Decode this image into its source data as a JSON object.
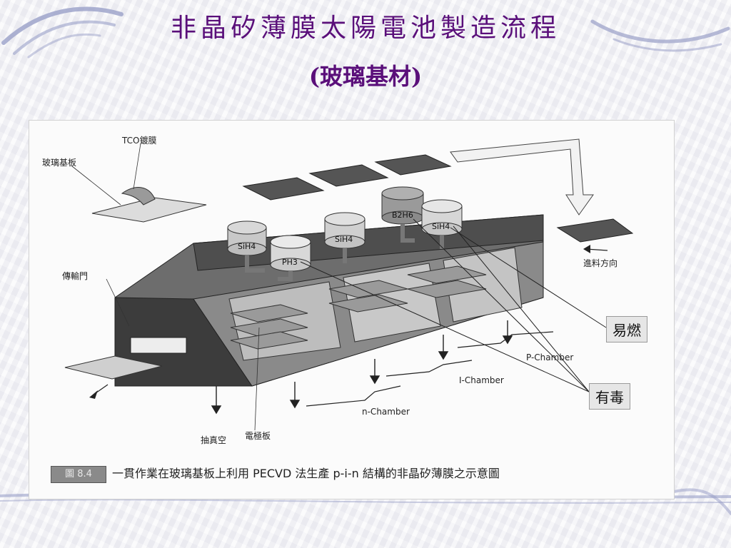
{
  "slide": {
    "title": "非晶矽薄膜太陽電池製造流程",
    "subtitle": "(玻璃基材)"
  },
  "figure": {
    "labels": {
      "tco": "TCO鍍膜",
      "glass": "玻璃基板",
      "feed": "進料方向",
      "door": "傳輸門",
      "vacuum": "抽真空",
      "electrode": "電極板"
    },
    "gases": [
      "SiH4",
      "PH3",
      "SiH4",
      "B2H6",
      "SiH4"
    ],
    "chambers": [
      "P-Chamber",
      "I-Chamber",
      "n-Chamber"
    ],
    "callouts": {
      "flammable": "易燃",
      "toxic": "有毒"
    },
    "caption": {
      "badge": "圖 8.4",
      "text": "一貫作業在玻璃基板上利用 PECVD 法生產 p-i-n 結構的非晶矽薄膜之示意圖"
    }
  }
}
